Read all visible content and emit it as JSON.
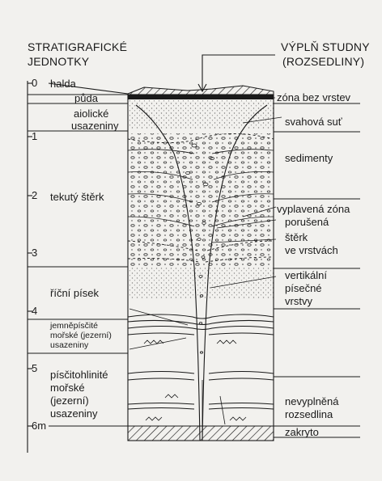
{
  "headers": {
    "left": [
      "STRATIGRAFICKÉ",
      "JEDNOTKY"
    ],
    "right": [
      "VÝPLŇ STUDNY",
      "(ROZSEDLINY)"
    ]
  },
  "depth_scale": {
    "labels": [
      "0",
      "1",
      "2",
      "3",
      "4",
      "5",
      "6m"
    ],
    "values_m": [
      0,
      1,
      2,
      3,
      4,
      5,
      6
    ]
  },
  "stratigraphic_units": {
    "halda": "halda",
    "puda": "půda",
    "aiolicke": [
      "aiolické",
      "usazeniny"
    ],
    "tekuty_sterk": "tekutý štěrk",
    "ricni_pisek": "říční písek",
    "jemnopiscite": [
      "jemněpísčité",
      "mořské (jezerní)",
      "usazeniny"
    ],
    "piscitohlinite": [
      "písčitohlinité",
      "mořské",
      "(jezerní)",
      "usazeniny"
    ]
  },
  "well_fill": {
    "zona_bez_vrstev": "zóna bez vrstev",
    "svahova_sut": "svahová suť",
    "sedimenty": "sedimenty",
    "vyplavena_zona": "vyplavená zóna",
    "porusena": "porušená",
    "sterk_ve_vrstvach": [
      "štěrk",
      "ve vrstvách"
    ],
    "vertikalni": [
      "vertikální",
      "písečné",
      "vrstvy"
    ],
    "nevyplnena": [
      "nevyplněná",
      "rozsedlina"
    ],
    "zakryto": "zakryto"
  },
  "colors": {
    "ink": "#1a1a1a",
    "paper": "#f2f1ee"
  }
}
